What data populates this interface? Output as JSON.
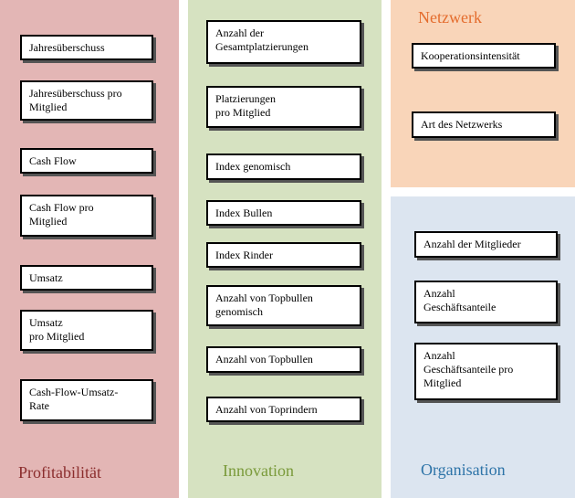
{
  "colors": {
    "profitabilitaet_bg": "#E3B6B5",
    "innovation_bg": "#D6E2C1",
    "netzwerk_bg": "#F9D5B9",
    "organisation_bg": "#DCE5F0",
    "profitabilitaet_title": "#8B2D2D",
    "innovation_title": "#7A9A3A",
    "netzwerk_title": "#E46C2D",
    "organisation_title": "#2E74A8"
  },
  "profitabilitaet": {
    "title": "Profitabilität",
    "items": [
      "Jahresüberschuss",
      "Jahresüberschuss pro\nMitglied",
      "Cash Flow",
      "Cash Flow pro\nMitglied",
      "Umsatz",
      "Umsatz\npro Mitglied",
      "Cash-Flow-Umsatz-\nRate"
    ]
  },
  "innovation": {
    "title": "Innovation",
    "items": [
      "Anzahl der\nGesamtplatzierungen",
      "Platzierungen\npro Mitglied",
      "Index genomisch",
      "Index Bullen",
      "Index Rinder",
      "Anzahl von Topbullen\ngenomisch",
      "Anzahl von Topbullen",
      "Anzahl von Toprindern"
    ]
  },
  "netzwerk": {
    "title": "Netzwerk",
    "items": [
      "Kooperationsintensität",
      "Art des Netzwerks"
    ]
  },
  "organisation": {
    "title": "Organisation",
    "items": [
      "Anzahl der Mitglieder",
      "Anzahl\nGeschäftsanteile",
      "Anzahl\nGeschäftsanteile pro\nMitglied"
    ]
  }
}
